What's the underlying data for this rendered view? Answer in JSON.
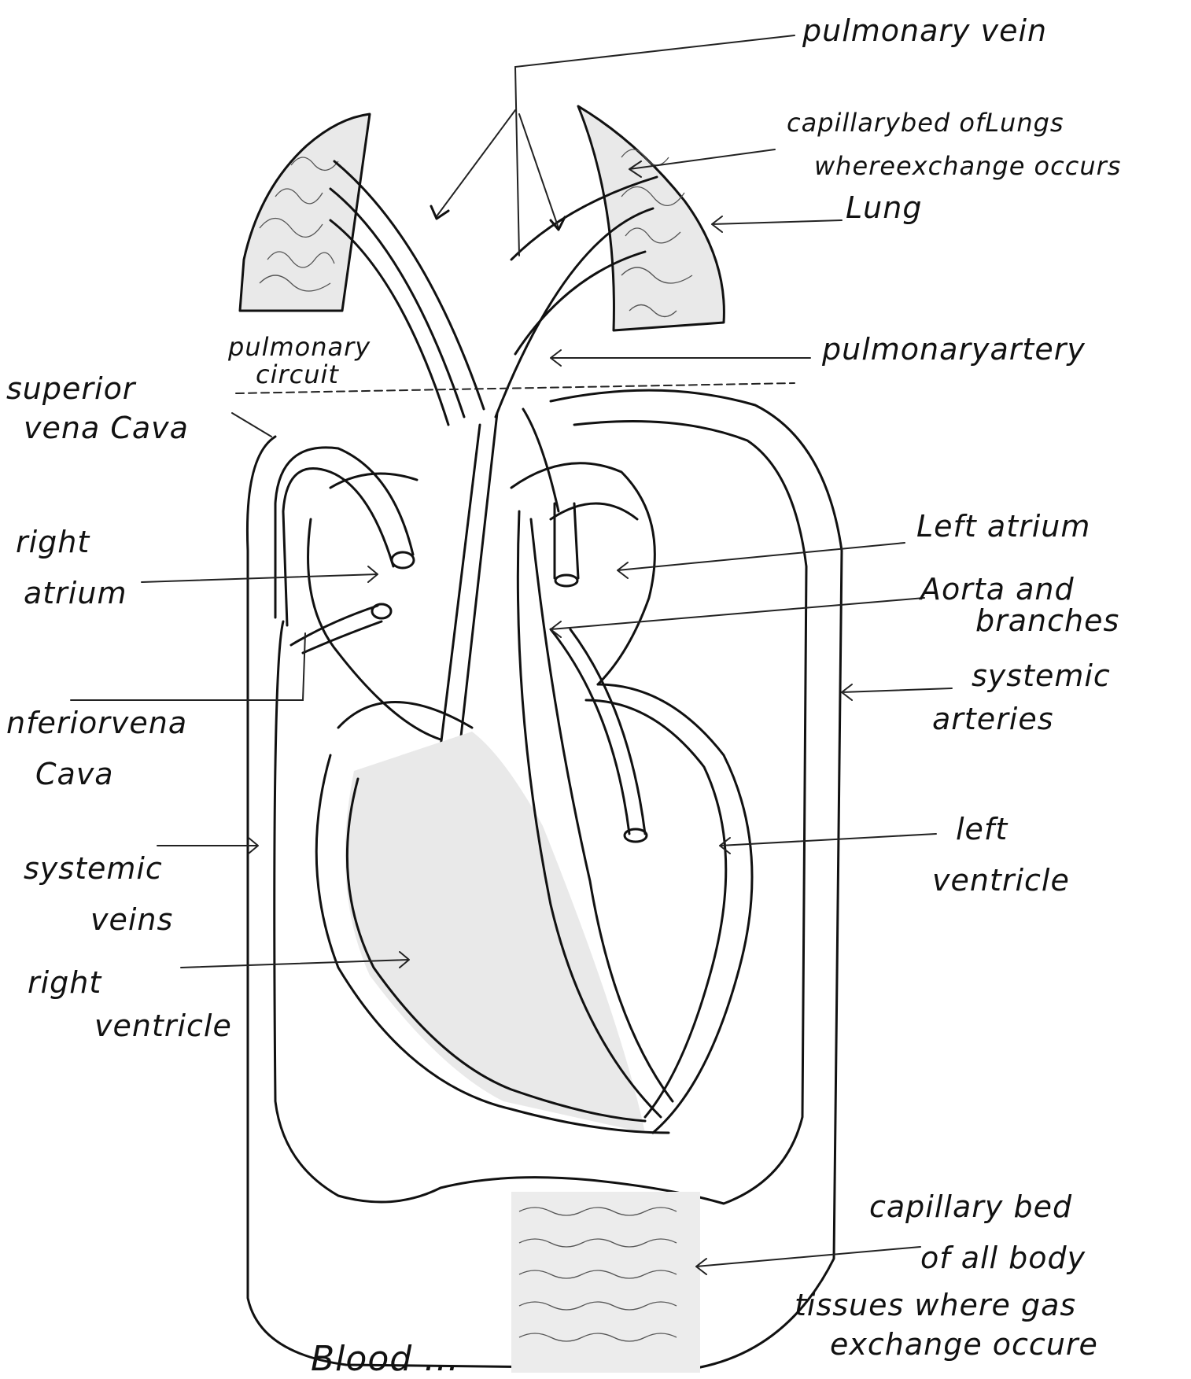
{
  "labels": {
    "pulmonary_vein": "pulmonary vein",
    "capillary_bed_lungs_1": "capillarybed ofLungs",
    "capillary_bed_lungs_2": "whereexchange occurs",
    "lung": "Lung",
    "pulmonary_artery": "pulmonaryartery",
    "pulmonary_circuit_1": "pulmonary",
    "pulmonary_circuit_2": "circuit",
    "superior_vena_cava_1": "superior",
    "superior_vena_cava_2": "vena Cava",
    "right_atrium_1": "right",
    "right_atrium_2": "atrium",
    "left_atrium": "Left atrium",
    "aorta_1": "Aorta and",
    "aorta_2": "branches",
    "systemic_arteries_1": "systemic",
    "systemic_arteries_2": "arteries",
    "inferior_vena_cava_1": "nferiorvena",
    "inferior_vena_cava_2": "Cava",
    "systemic_veins_1": "systemic",
    "systemic_veins_2": "veins",
    "left_ventricle_1": "left",
    "left_ventricle_2": "ventricle",
    "right_ventricle_1": "right",
    "right_ventricle_2": "ventricle",
    "capillary_bed_body_1": "capillary bed",
    "capillary_bed_body_2": "of all body",
    "capillary_bed_body_3": "tissues where gas",
    "capillary_bed_body_4": "exchange occure",
    "bottom_caption": "Blood ..."
  }
}
